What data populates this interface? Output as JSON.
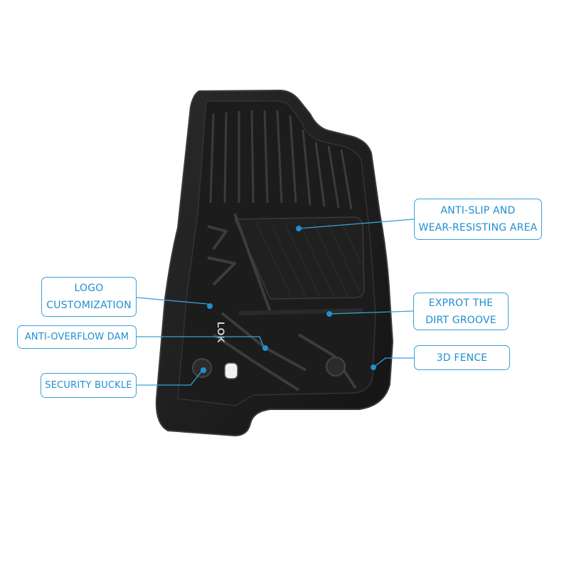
{
  "colors": {
    "accent": "#1f8fd0",
    "leader_line": "#3aa0d8",
    "mat": "#1a1a1a",
    "mat_edge": "#2e2e2e"
  },
  "product": {
    "logo_text": "LOK"
  },
  "callouts": {
    "anti_slip": {
      "line1": "ANTI-SLIP AND",
      "line2": "WEAR-RESISTING AREA"
    },
    "exprot": {
      "line1": "EXPROT THE",
      "line2": "DIRT GROOVE"
    },
    "fence": {
      "line1": "3D FENCE"
    },
    "logo": {
      "line1": "LOGO",
      "line2": "CUSTOMIZATION"
    },
    "overflow": {
      "line1": "ANTI-OVERFLOW DAM"
    },
    "buckle": {
      "line1": "SECURITY BUCKLE"
    }
  }
}
